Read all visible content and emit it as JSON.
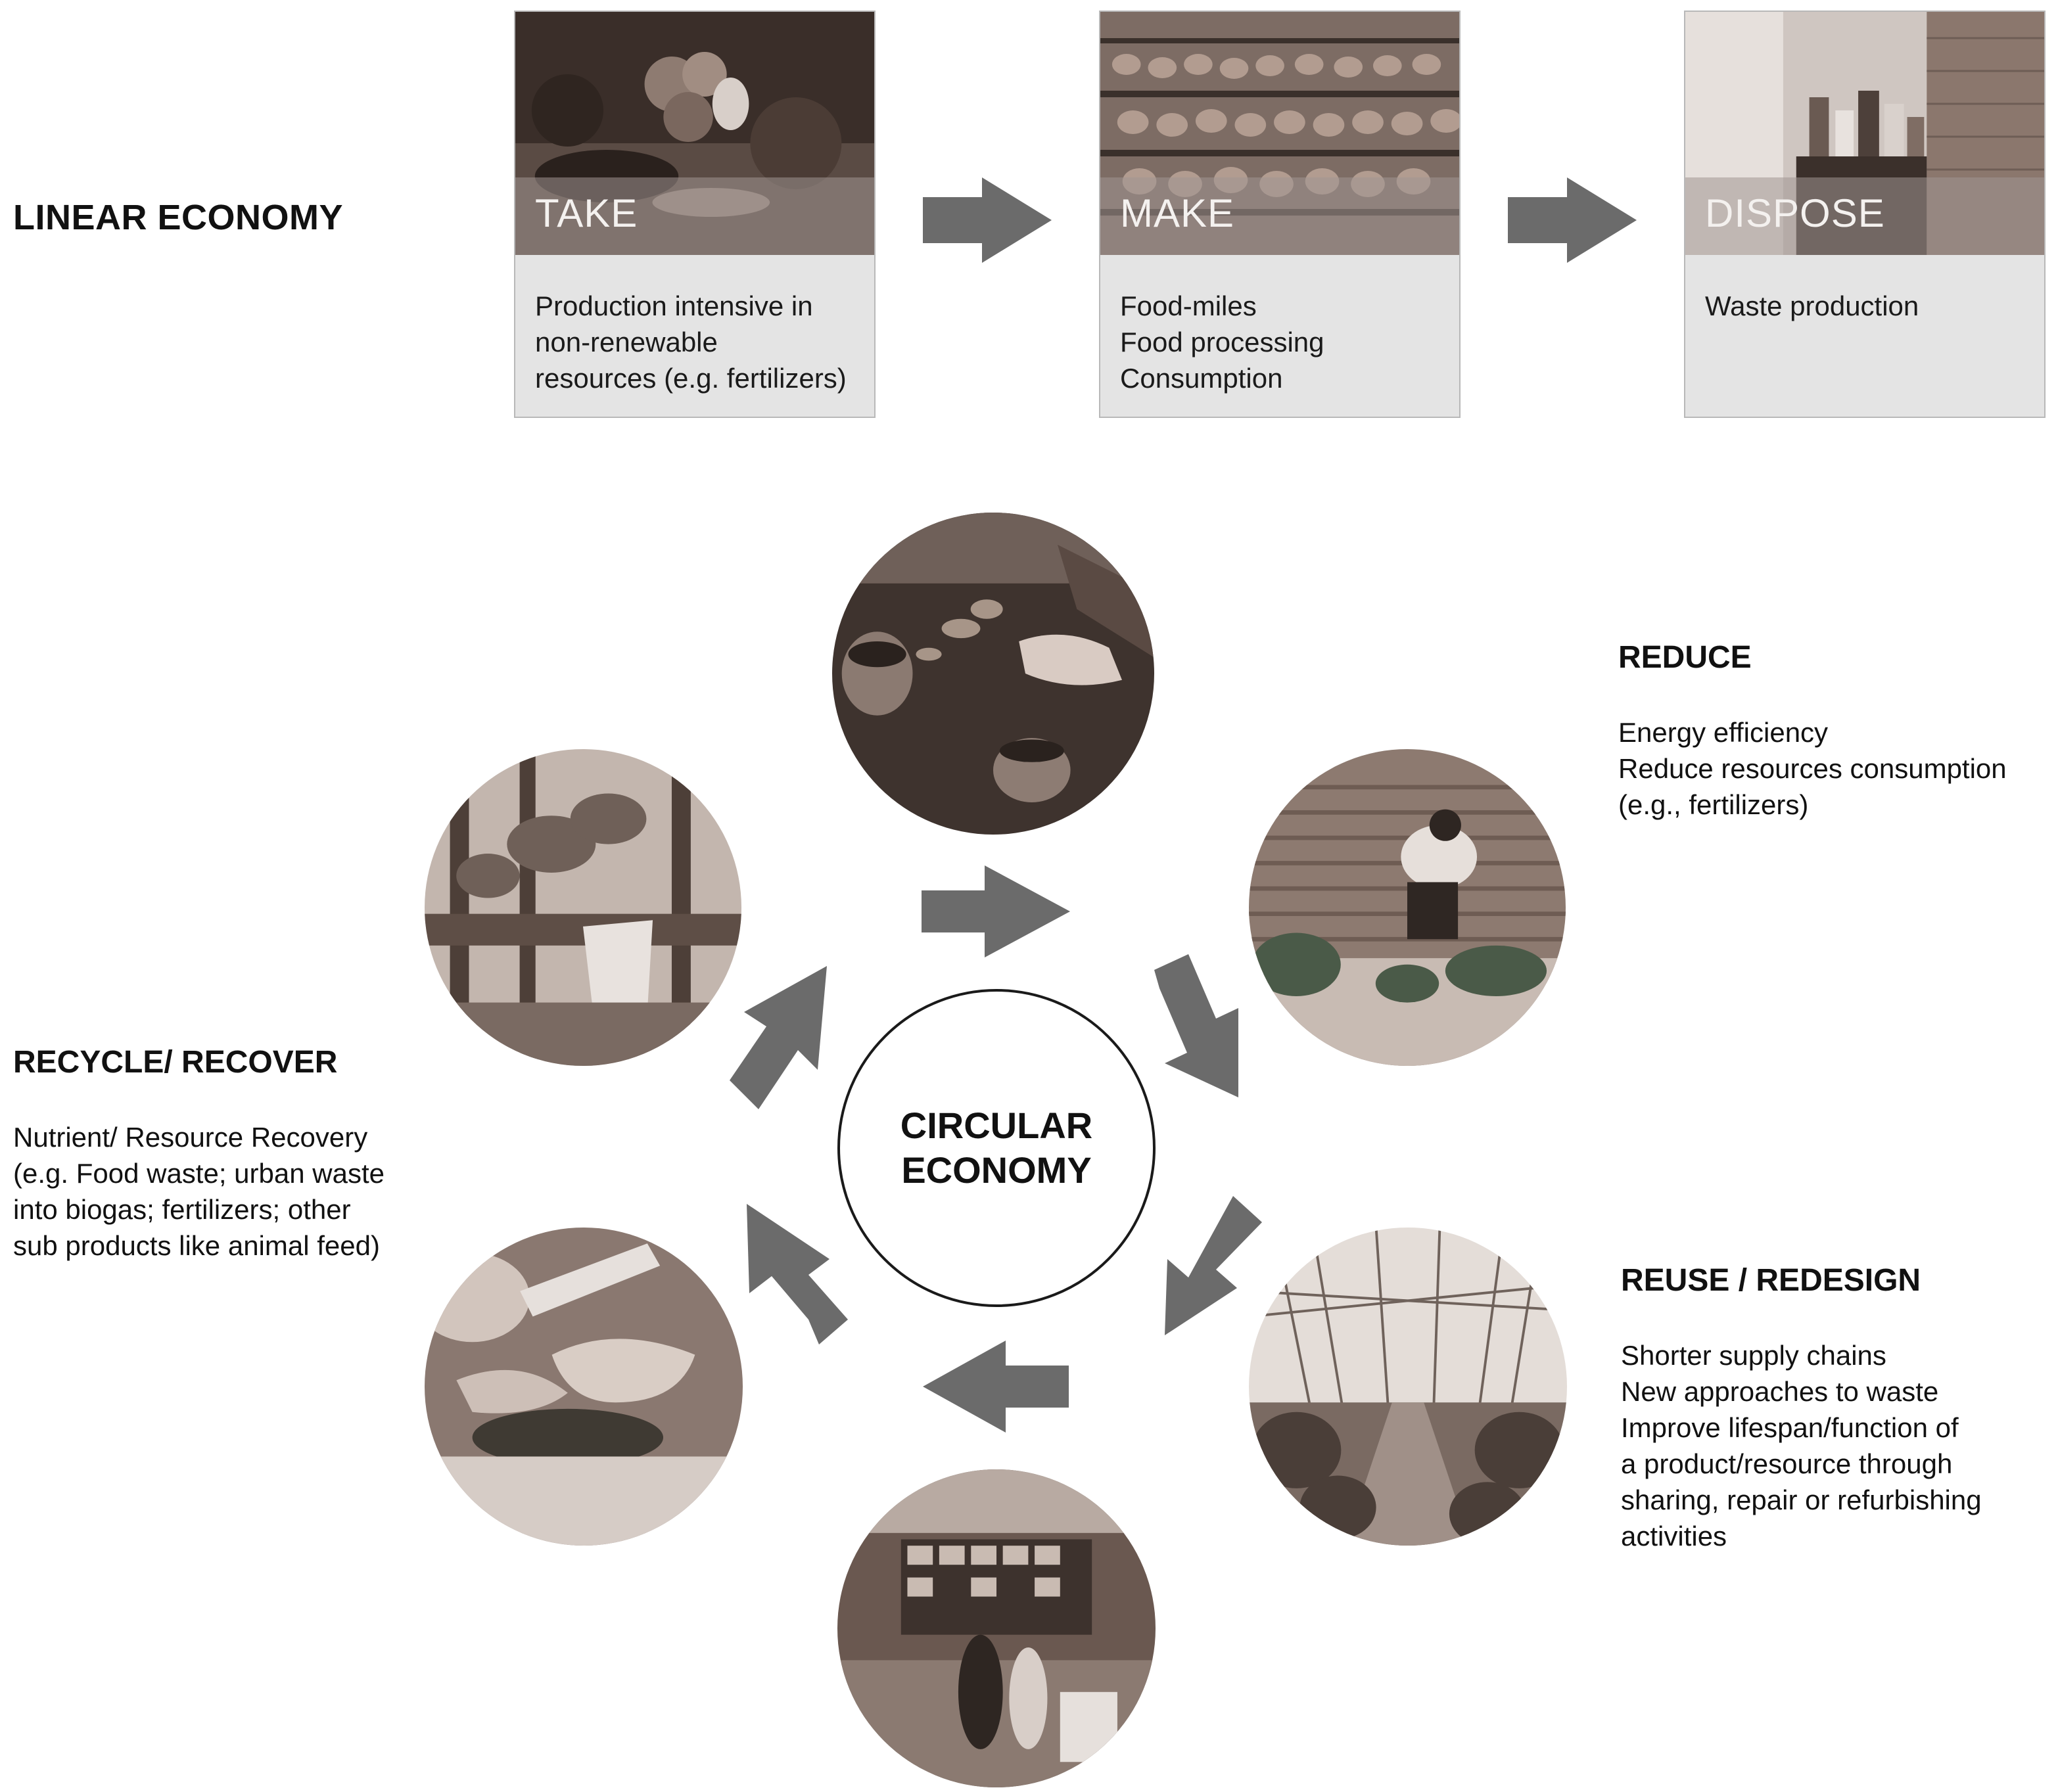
{
  "linear": {
    "title": "LINEAR ECONOMY",
    "stages": [
      {
        "label": "TAKE",
        "lines": [
          "Production intensive in",
          "non-renewable",
          "resources (e.g. fertilizers)"
        ]
      },
      {
        "label": "MAKE",
        "lines": [
          "Food-miles",
          "Food processing",
          "Consumption"
        ]
      },
      {
        "label": "DISPOSE",
        "lines": [
          "Waste production"
        ]
      }
    ]
  },
  "circular": {
    "center_line1": "CIRCULAR",
    "center_line2": "ECONOMY",
    "reduce": {
      "title": "REDUCE",
      "lines": [
        "Energy efficiency",
        "Reduce resources consumption",
        "(e.g., fertilizers)"
      ]
    },
    "reuse": {
      "title": "REUSE / REDESIGN",
      "lines": [
        "Shorter supply chains",
        "New approaches to waste",
        "Improve lifespan/function of",
        "a product/resource through",
        "sharing, repair or refurbishing",
        "activities"
      ]
    },
    "recycle": {
      "title": "RECYCLE/ RECOVER",
      "lines": [
        "Nutrient/ Resource Recovery",
        "(e.g. Food waste; urban waste",
        "into biogas; fertilizers; other",
        "sub products like animal feed)"
      ]
    }
  },
  "colors": {
    "arrow": "#6b6b6b",
    "card_bg": "#e4e4e4",
    "photo_tone": "#8a7a72"
  }
}
